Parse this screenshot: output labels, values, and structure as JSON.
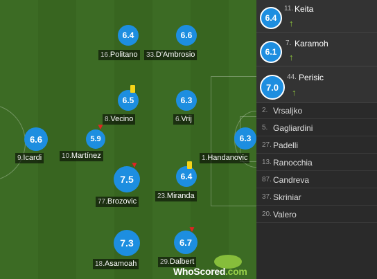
{
  "colors": {
    "bubble": "#1d8ee0",
    "pitch": "#3c6b24",
    "card_yellow": "#f5d419",
    "sub_out": "#e02323",
    "sub_in": "#8fc73e"
  },
  "players": [
    {
      "num": "16.",
      "name": "Politano",
      "rating": "6.4"
    },
    {
      "num": "33.",
      "name": "D'Ambrosio",
      "rating": "6.6"
    },
    {
      "num": "8.",
      "name": "Vecino",
      "rating": "6.5"
    },
    {
      "num": "6.",
      "name": "Vrij",
      "rating": "6.3"
    },
    {
      "num": "9.",
      "name": "Icardi",
      "rating": "6.6"
    },
    {
      "num": "10.",
      "name": "Martínez",
      "rating": "5.9"
    },
    {
      "num": "1.",
      "name": "Handanovic",
      "rating": "6.3"
    },
    {
      "num": "77.",
      "name": "Brozovic",
      "rating": "7.5"
    },
    {
      "num": "23.",
      "name": "Miranda",
      "rating": "6.4"
    },
    {
      "num": "18.",
      "name": "Asamoah",
      "rating": "7.3"
    },
    {
      "num": "29.",
      "name": "Dalbert",
      "rating": "6.7"
    }
  ],
  "subs": [
    {
      "num": "11.",
      "name": "Keita",
      "rating": "6.4",
      "icon": "sub-in-arrow"
    },
    {
      "num": "7.",
      "name": "Karamoh",
      "rating": "6.1",
      "icon": "sub-in-arrow"
    },
    {
      "num": "44.",
      "name": "Perisic",
      "rating": "7.0",
      "icon": "sub-in-arrow"
    }
  ],
  "bench": [
    {
      "num": "2.",
      "name": "Vrsaljko"
    },
    {
      "num": "5.",
      "name": "Gagliardini"
    },
    {
      "num": "27.",
      "name": "Padelli"
    },
    {
      "num": "13.",
      "name": "Ranocchia"
    },
    {
      "num": "87.",
      "name": "Candreva"
    },
    {
      "num": "37.",
      "name": "Skriniar"
    },
    {
      "num": "20.",
      "name": "Valero"
    }
  ],
  "icons": {
    "yellow_card": "yellow-card-icon",
    "sub_out": "▼",
    "sub_in": "↑"
  },
  "logo": {
    "main": "WhoScored",
    "suffix": ".com"
  }
}
